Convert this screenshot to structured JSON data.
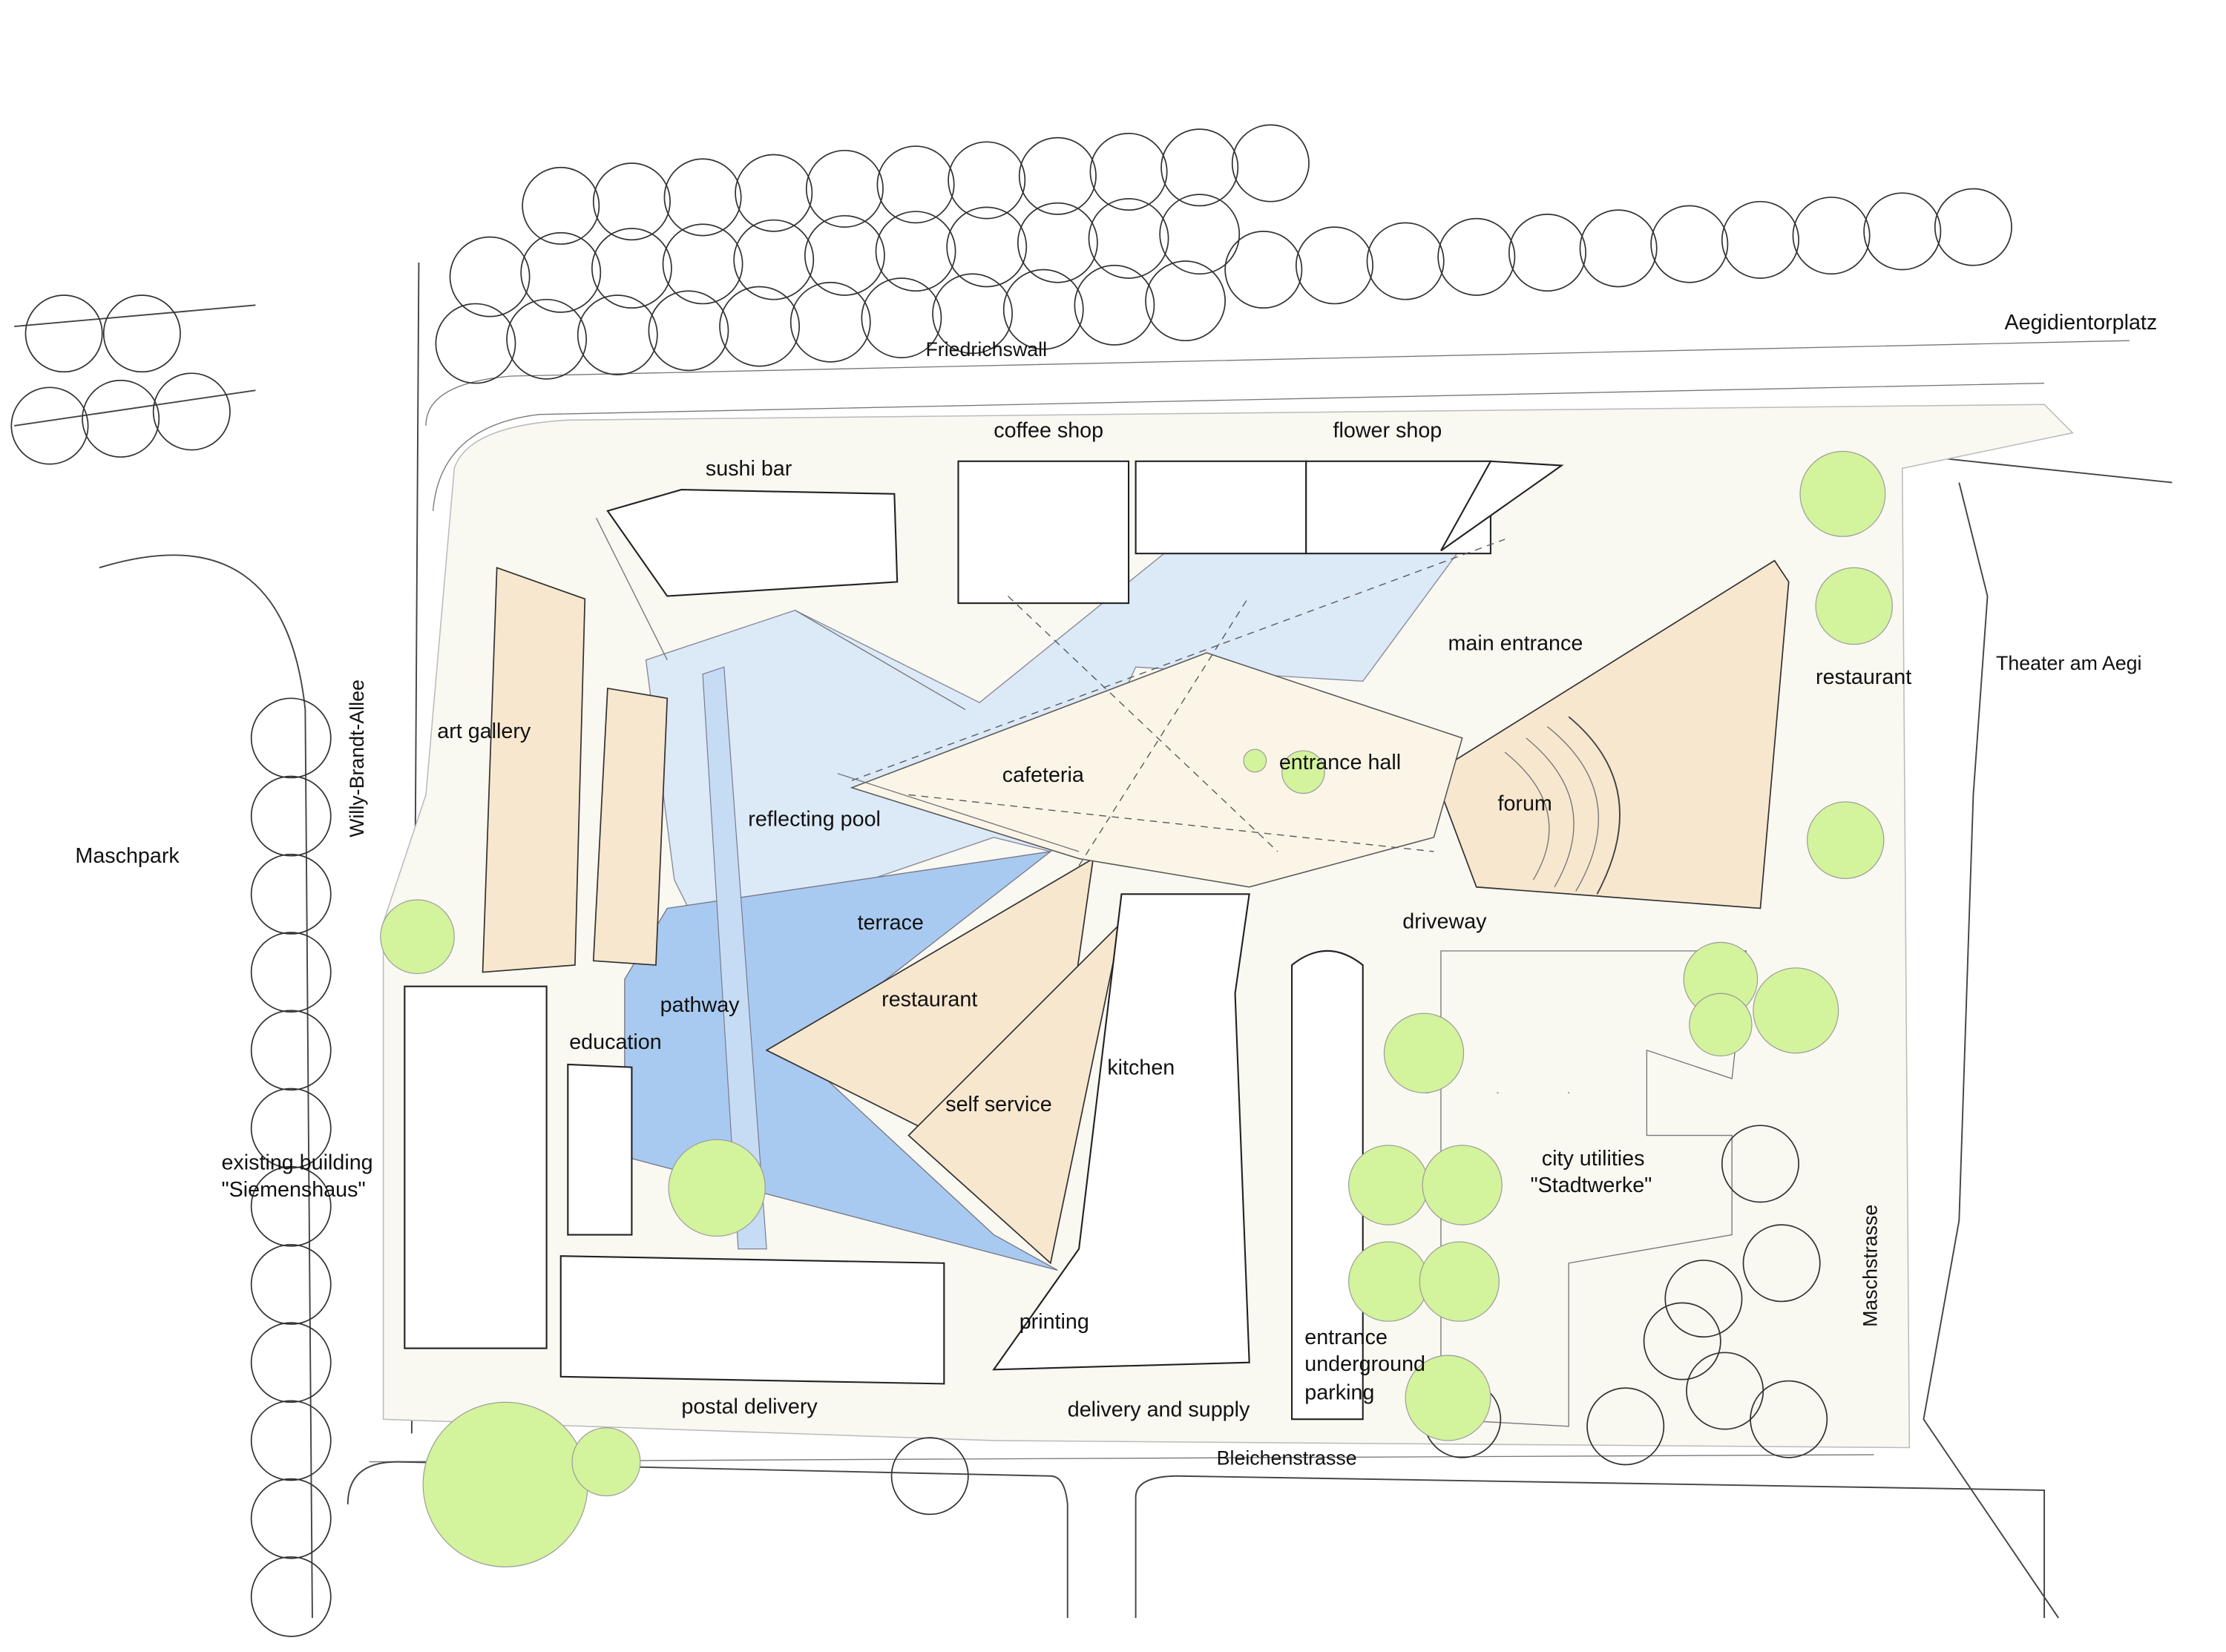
{
  "title": "Site plan",
  "streets": {
    "friedrichswall": "Friedrichswall",
    "aegidientorplatz": "Aegidientorplatz",
    "willy_brandt_allee": "Willy-Brandt-Allee",
    "maschstrasse": "Maschstrasse",
    "bleichenstrasse": "Bleichenstrasse"
  },
  "surroundings": {
    "maschpark": "Maschpark",
    "theater": "Theater am Aegi",
    "existing_building": [
      "existing building",
      "\"Siemenshaus\""
    ],
    "city_utilities": [
      "city utilities",
      "\"Stadtwerke\""
    ]
  },
  "rooms": {
    "coffee_shop": "coffee shop",
    "flower_shop": "flower shop",
    "sushi_bar": "sushi bar",
    "main_entrance": "main entrance",
    "restaurant_east": "restaurant",
    "art_gallery": "art gallery",
    "entrance_hall": "entrance hall",
    "cafeteria": "cafeteria",
    "forum": "forum",
    "reflecting_pool": "reflecting pool",
    "terrace": "terrace",
    "driveway": "driveway",
    "restaurant_south": "restaurant",
    "pathway": "pathway",
    "education": "education",
    "kitchen": "kitchen",
    "self_service": "self service",
    "printing": "printing",
    "underground_parking": [
      "entrance",
      "underground",
      "parking"
    ],
    "postal_delivery": "postal delivery",
    "delivery_supply": "delivery and supply"
  },
  "colors": {
    "site": "#f9f8f1",
    "building_beige": "#f8e7cf",
    "water_light": "#dce9f7",
    "water_dark": "#a8caf0",
    "tree_green": "#d3f39c"
  }
}
